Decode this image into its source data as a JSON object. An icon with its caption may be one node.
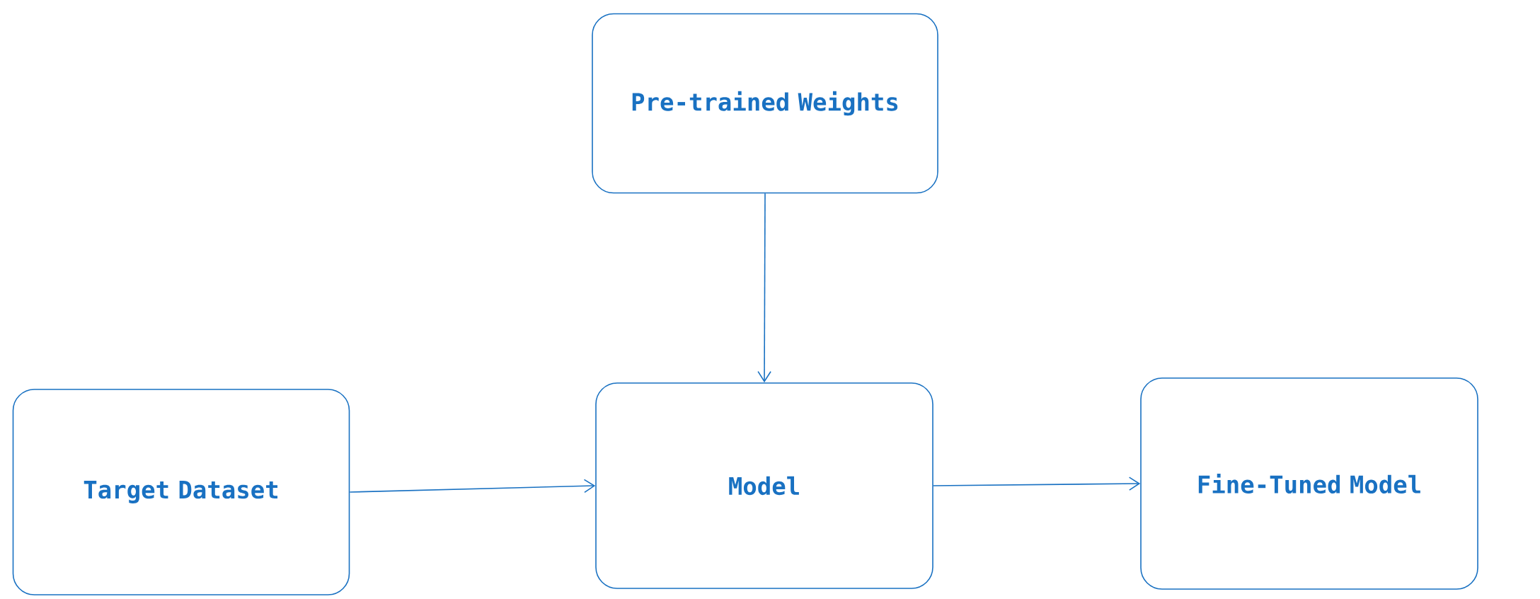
{
  "diagram": {
    "nodes": [
      {
        "text": [
          "Pre-trained Weights"
        ]
      },
      {
        "text": [
          "Target Dataset"
        ]
      },
      {
        "text": [
          "Model"
        ]
      },
      {
        "text": [
          "Fine-Tuned Model"
        ]
      }
    ],
    "edges": [
      {
        "from": 0,
        "to": 2,
        "arrow": "to"
      },
      {
        "from": 1,
        "to": 2,
        "arrow": "to"
      },
      {
        "from": 2,
        "to": 3,
        "arrow": "to"
      }
    ]
  }
}
